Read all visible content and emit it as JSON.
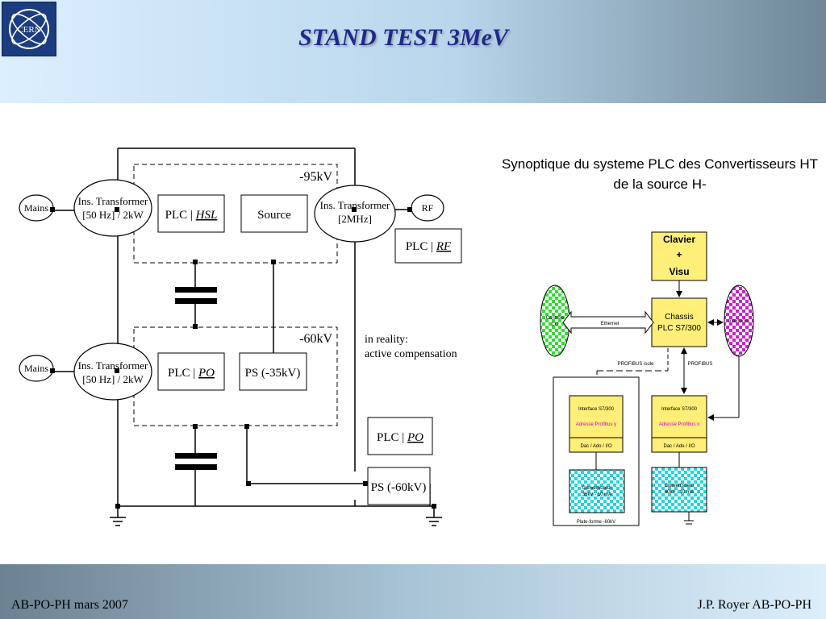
{
  "header": {
    "title": "STAND TEST 3MeV",
    "logo_text": "CERN"
  },
  "footer": {
    "left": "AB-PO-PH  mars 2007",
    "right": "J.P. Royer AB-PO-PH"
  },
  "left_diagram": {
    "voltage_95": "-95kV",
    "voltage_60": "-60kV",
    "mains_top": "Mains",
    "mains_bottom": "Mains",
    "ins_top_l1": "Ins. Transformer",
    "ins_top_l2": "[50 Hz] / 2kW",
    "ins_bot_l1": "Ins. Transformer",
    "ins_bot_l2": "[50 Hz] / 2kW",
    "ins_rf_l1": "Ins. Transformer",
    "ins_rf_l2": "[2MHz]",
    "rf": "RF",
    "plc_hsl_a": "PLC | ",
    "plc_hsl_b": "HSL",
    "source": "Source",
    "plc_rf_a": "PLC | ",
    "plc_rf_b": "RF",
    "plc_po_a": "PLC | ",
    "plc_po_b": "PO",
    "ps_35": "PS (-35kV)",
    "note_l1": "in reality:",
    "note_l2": "active compensation",
    "plc_po2_a": "PLC | ",
    "plc_po2_b": "PO",
    "ps_60": "PS (-60kV)"
  },
  "right_diagram": {
    "title_l1": "Synoptique du systeme PLC des Convertisseurs HT",
    "title_l2": "de la source H-",
    "clavier_l1": "Clavier",
    "clavier_l2": "+",
    "clavier_l3": "Visu",
    "chassis_l1": "Chassis",
    "chassis_l2": "PLC S7/300",
    "ethernet": "Ethernet",
    "profibus_isole": "PROFIBUS isole",
    "profibus": "PROFIBUS",
    "left_circle_l1": "Contrôle",
    "left_circle_l2": "CO",
    "right_circle": "Interlocks",
    "iface_left_l1": "Interface S7/300",
    "iface_left_l2": "Adresse Profibus y",
    "iface_right_l1": "Interface S7/300",
    "iface_right_l2": "Adresse Profibus x",
    "dac_left": "Dac / Ado / I/O",
    "dac_right": "Dac / Ado / I/O",
    "conv_left_l1": "Convertisseur",
    "conv_left_l2": "35kV - 10 mA",
    "conv_right_l1": "Convertisseur",
    "conv_right_l2": "60kV - 10 mA",
    "plateforme": "Plate-forme  -60kV"
  }
}
